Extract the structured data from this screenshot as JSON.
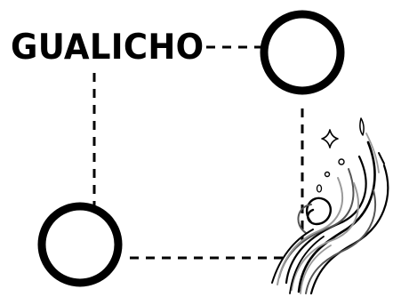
{
  "diagram": {
    "title": "GUALICHO",
    "colors": {
      "ink": "#000000",
      "background": "#ffffff",
      "swirl_mid": "#555555",
      "swirl_light": "#9a9a9a"
    },
    "nodes": [
      {
        "name": "top-right-circle",
        "shape": "circle",
        "style": "outline"
      },
      {
        "name": "bottom-left-circle",
        "shape": "circle",
        "style": "outline"
      }
    ],
    "connectors": [
      {
        "from": "title",
        "to": "top-right-circle",
        "style": "dashed"
      },
      {
        "from": "title",
        "to": "bottom-left-circle",
        "style": "dashed"
      },
      {
        "from": "top-right-circle",
        "to": "wind-swirl-icon",
        "style": "dashed"
      },
      {
        "from": "bottom-left-circle",
        "to": "wind-swirl-icon",
        "style": "dashed"
      }
    ],
    "icons": [
      "wind-swirl-icon",
      "sparkle-icon"
    ]
  }
}
